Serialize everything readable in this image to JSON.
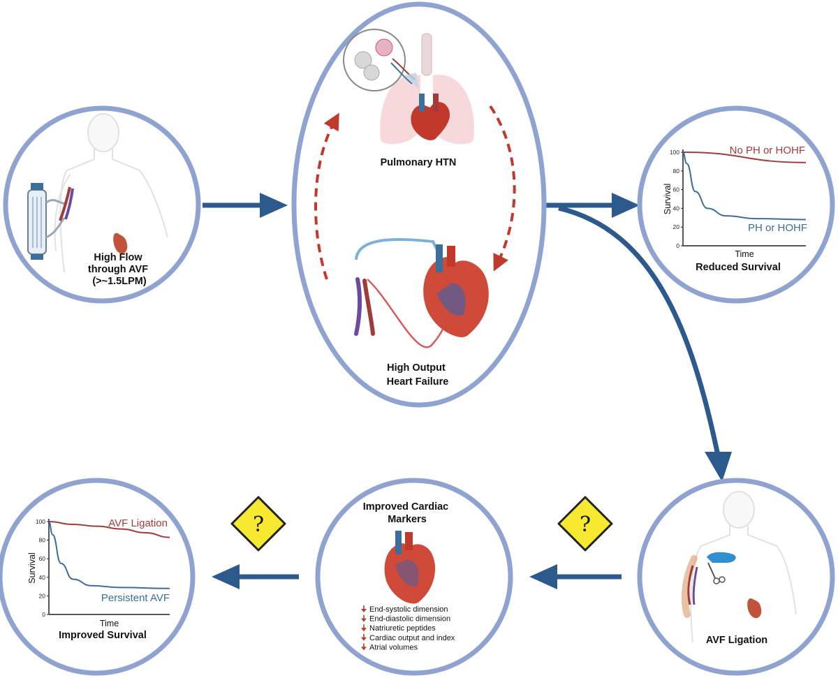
{
  "nodes": {
    "high_flow": {
      "label_lines": [
        "High Flow",
        "through AVF",
        "(>~1.5LPM)"
      ]
    },
    "pulmonary": {
      "label": "Pulmonary HTN"
    },
    "heart_failure": {
      "label_lines": [
        "High Output",
        "Heart Failure"
      ]
    },
    "reduced_survival": {
      "label": "Reduced Survival"
    },
    "avf_ligation": {
      "label": "AVF Ligation"
    },
    "improved_markers": {
      "title_lines": [
        "Improved Cardiac",
        "Markers"
      ],
      "items": [
        "End-systolic dimension",
        "End-diastolic dimension",
        "Natriuretic peptides",
        "Cardiac output and index",
        "Atrial volumes"
      ]
    },
    "improved_survival": {
      "label": "Improved Survival"
    }
  },
  "warning_symbol": "?",
  "colors": {
    "circle_border": "#8fa3d1",
    "flow_arrow": "#2d5a8c",
    "cycle_arrow": "#c0392b",
    "good_series": "#a33a3a",
    "bad_series": "#3b6e9a",
    "warning_fill": "#f7e830"
  },
  "chart_data": [
    {
      "type": "line",
      "xlabel": "Time",
      "ylabel": "Survival",
      "ylim": [
        0,
        100
      ],
      "yticks": [
        0,
        20,
        40,
        60,
        80,
        100
      ],
      "grid": false,
      "series": [
        {
          "name": "No PH or HOHF",
          "x": [
            0,
            1
          ],
          "y": [
            100,
            89
          ]
        },
        {
          "name": "PH or HOHF",
          "x": [
            0,
            0.03,
            0.1,
            0.2,
            0.35,
            0.6,
            1
          ],
          "y": [
            100,
            88,
            58,
            40,
            32,
            29,
            28
          ]
        }
      ]
    },
    {
      "type": "line",
      "xlabel": "Time",
      "ylabel": "Survival",
      "ylim": [
        0,
        100
      ],
      "yticks": [
        0,
        20,
        40,
        60,
        80,
        100
      ],
      "grid": false,
      "series": [
        {
          "name": "AVF Ligation",
          "x": [
            0,
            0.2,
            0.4,
            0.6,
            0.8,
            1
          ],
          "y": [
            100,
            97,
            95,
            92,
            88,
            83
          ]
        },
        {
          "name": "Persistent AVF",
          "x": [
            0,
            0.03,
            0.1,
            0.2,
            0.35,
            0.6,
            1
          ],
          "y": [
            100,
            86,
            55,
            38,
            31,
            29,
            28
          ]
        }
      ]
    }
  ]
}
